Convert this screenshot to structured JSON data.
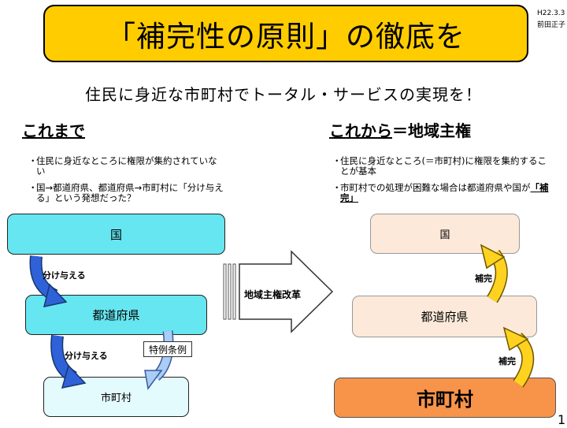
{
  "title": "「補完性の原則」の徹底を",
  "corner_text": [
    "H22.3.3",
    "前田正子"
  ],
  "subtitle": "住民に身近な市町村でトータル・サービスの実現を！",
  "left": {
    "heading": "これまで",
    "bullets": [
      "住民に身近なところに権限が集約されていない",
      "国→都道府県、都道府県→市町村に「分け与える」という発想だった？"
    ],
    "boxes": {
      "national": "国",
      "prefecture": "都道府県",
      "municipality": "市町村"
    },
    "arrow_label": "分け与える",
    "arrow_label_2": "分け与える",
    "special_label": "特例条例"
  },
  "center": {
    "label": "地域主権改革"
  },
  "right": {
    "heading_underlined": "これから",
    "heading_rest": "＝地域主権",
    "bullets": [
      "住民に身近なところ(＝市町村)に権限を集約することが基本",
      "市町村での処理が困難な場合は都道府県や国が"
    ],
    "bullet_emphasis": "「補完」",
    "boxes": {
      "national": "国",
      "prefecture": "都道府県",
      "municipality": "市町村"
    },
    "arrow_label": "補完",
    "arrow_label_2": "補完"
  },
  "page_number": "1",
  "colors": {
    "title_bg": "#ffcc00",
    "cyan_box": "#66e6f0",
    "light_cyan_box": "#e4fbfd",
    "peach_box": "#fde9d9",
    "orange_box": "#f7944a",
    "blue_arrow": "#2f62d8",
    "yellow_arrow": "#ffd21f"
  }
}
